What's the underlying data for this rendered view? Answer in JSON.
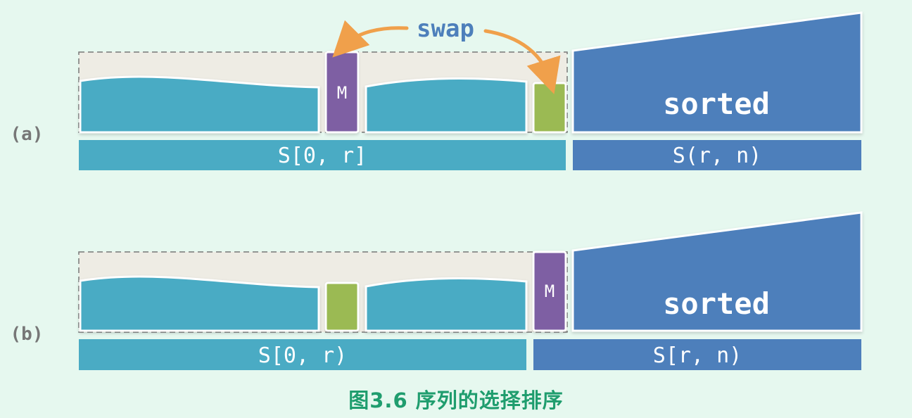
{
  "panel_a": {
    "label": "(a)",
    "swap_label": "swap",
    "max_label": "M",
    "sorted_label": "sorted",
    "left_range": "S[0, r]",
    "right_range": "S(r, n)"
  },
  "panel_b": {
    "label": "(b)",
    "max_label": "M",
    "sorted_label": "sorted",
    "left_range": "S[0, r)",
    "right_range": "S[r, n)"
  },
  "caption": "图3.6 序列的选择排序",
  "colors": {
    "background": "#e6f8ef",
    "unsorted_blue": "#4aabc4",
    "sorted_blue": "#4d7fbb",
    "max_purple": "#7e5ea3",
    "swap_green": "#9bba52",
    "arrow_orange": "#f0a04b",
    "dashed_box": "#eeece4",
    "caption_green": "#1f9d6e"
  }
}
